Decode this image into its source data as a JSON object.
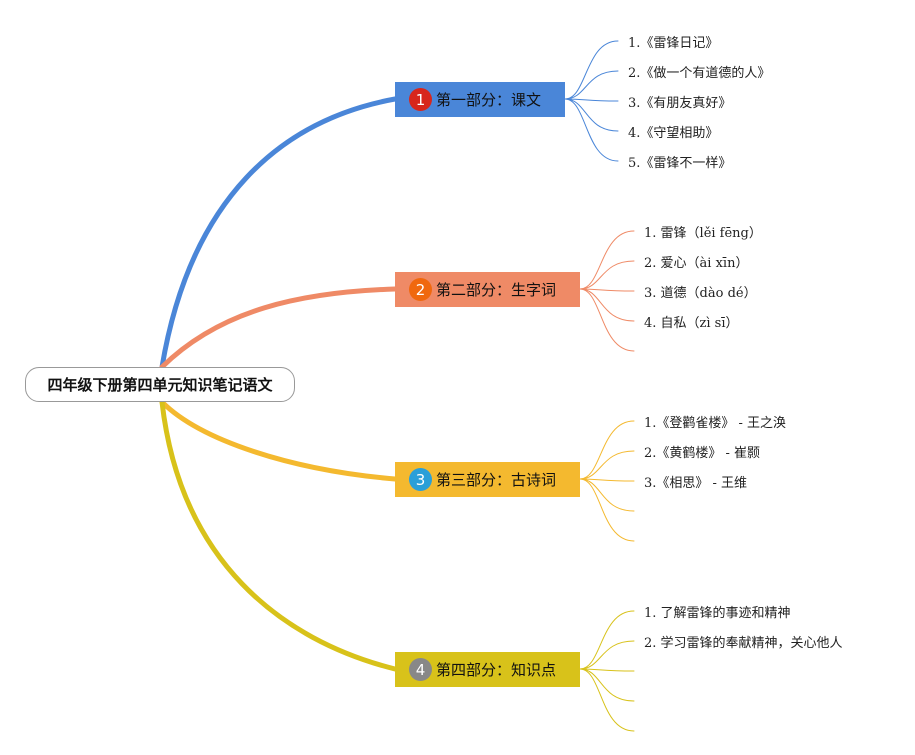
{
  "root": {
    "title": "四年级下册第四单元知识笔记语文"
  },
  "branches": [
    {
      "number": "1",
      "label": "第一部分：课文",
      "color": "#4a86d8",
      "badge_color": "#d7261c",
      "items": [
        "1.《雷锋日记》",
        "2.《做一个有道德的人》",
        "3.《有朋友真好》",
        "4.《守望相助》",
        "5.《雷锋不一样》"
      ],
      "empty_slots": 0
    },
    {
      "number": "2",
      "label": "第二部分：生字词",
      "color": "#ef8a66",
      "badge_color": "#f0680e",
      "items": [
        "1. 雷锋（lěi fēng）",
        "2. 爱心（ài xīn）",
        "3. 道德（dào dé）",
        "4. 自私（zì sī）"
      ],
      "empty_slots": 1
    },
    {
      "number": "3",
      "label": "第三部分：古诗词",
      "color": "#f4b92f",
      "badge_color": "#2a9fd8",
      "items": [
        "1.《登鹳雀楼》 - 王之涣",
        "2.《黄鹤楼》 - 崔颢",
        "3.《相思》 - 王维"
      ],
      "empty_slots": 2
    },
    {
      "number": "4",
      "label": "第四部分：知识点",
      "color": "#d8c21a",
      "badge_color": "#888888",
      "items": [
        "1. 了解雷锋的事迹和精神",
        "2. 学习雷锋的奉献精神，关心他人"
      ],
      "empty_slots": 3
    }
  ]
}
